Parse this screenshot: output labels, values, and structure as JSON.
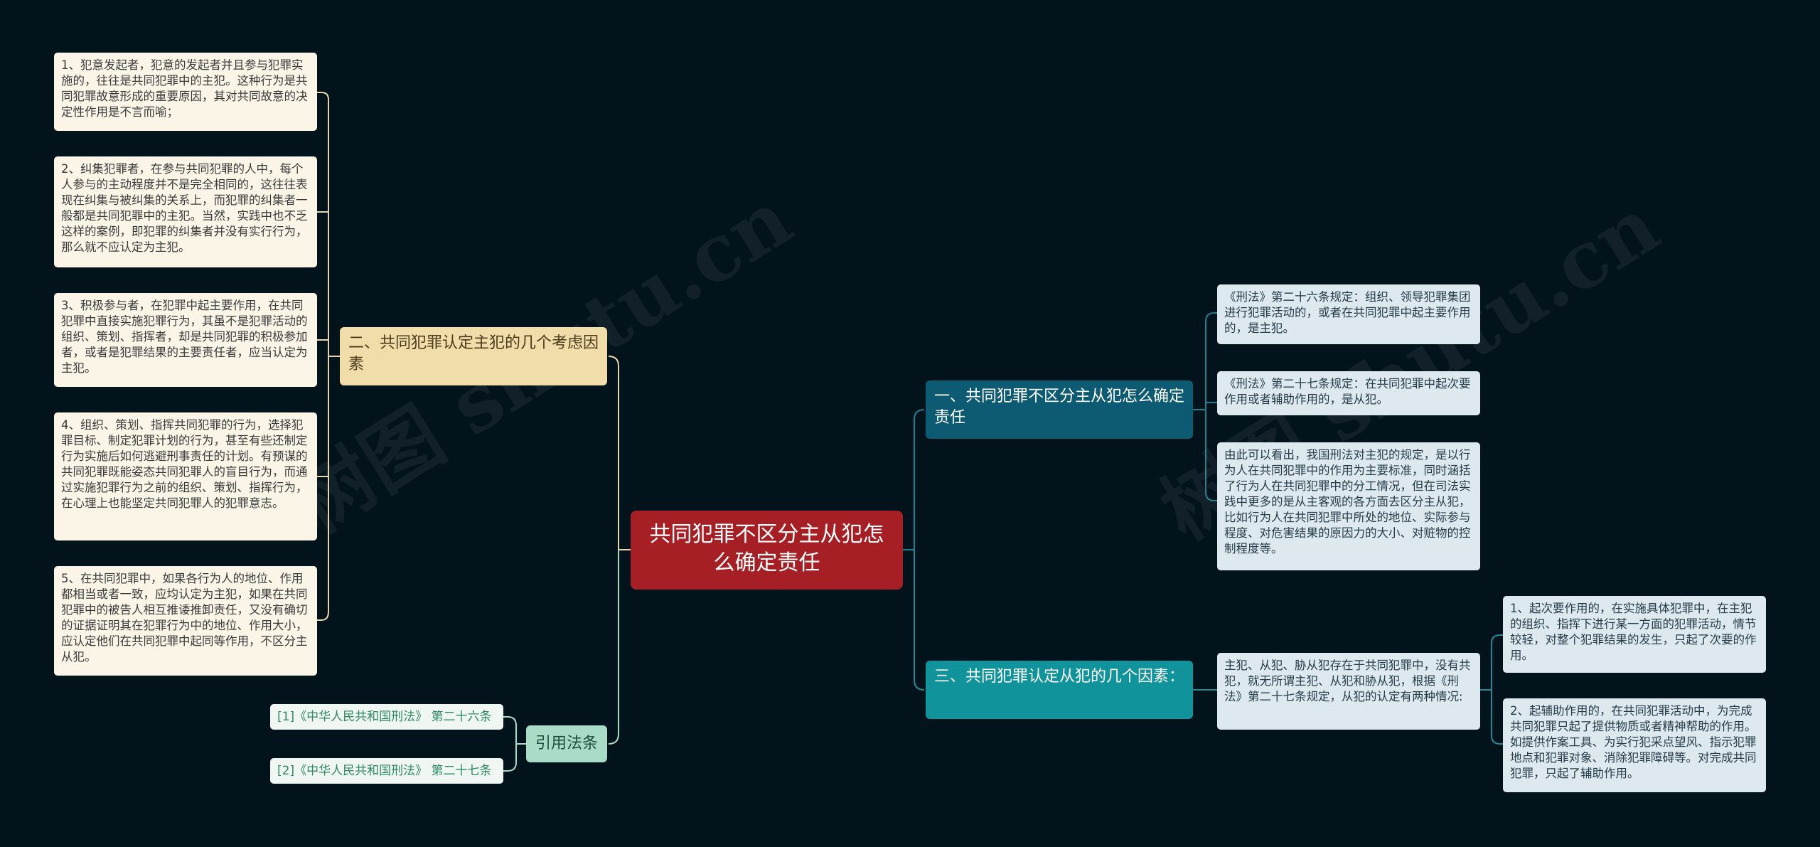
{
  "root": {
    "title": "共同犯罪不区分主从犯怎么确定责任"
  },
  "branches": {
    "left": {
      "title": "二、共同犯罪认定主犯的几个考虑因素",
      "items": [
        "1、犯意发起者，犯意的发起者并且参与犯罪实施的，往往是共同犯罪中的主犯。这种行为是共同犯罪故意形成的重要原因，其对共同故意的决定性作用是不言而喻；",
        "2、纠集犯罪者，在参与共同犯罪的人中，每个人参与的主动程度并不是完全相同的，这往往表现在纠集与被纠集的关系上，而犯罪的纠集者一般都是共同犯罪中的主犯。当然，实践中也不乏这样的案例，即犯罪的纠集者并没有实行行为，那么就不应认定为主犯。",
        "3、积极参与者，在犯罪中起主要作用，在共同犯罪中直接实施犯罪行为，其虽不是犯罪活动的组织、策划、指挥者，却是共同犯罪的积极参加者，或者是犯罪结果的主要责任者，应当认定为主犯。",
        "4、组织、策划、指挥共同犯罪的行为，选择犯罪目标、制定犯罪计划的行为，甚至有些还制定行为实施后如何逃避刑事责任的计划。有预谋的共同犯罪既能姿态共同犯罪人的盲目行为，而通过实施犯罪行为之前的组织、策划、指挥行为，在心理上也能坚定共同犯罪人的犯罪意志。",
        "5、在共同犯罪中，如果各行为人的地位、作用都相当或者一致，应均认定为主犯，如果在共同犯罪中的被告人相互推诿推卸责任，又没有确切的证据证明其在犯罪行为中的地位、作用大小，应认定他们在共同犯罪中起同等作用，不区分主从犯。"
      ]
    },
    "law": {
      "title": "引用法条",
      "items": [
        "[1]《中华人民共和国刑法》 第二十六条",
        "[2]《中华人民共和国刑法》 第二十七条"
      ]
    },
    "right1": {
      "title": "一、共同犯罪不区分主从犯怎么确定责任",
      "items": [
        "《刑法》第二十六条规定：组织、领导犯罪集团进行犯罪活动的，或者在共同犯罪中起主要作用的，是主犯。",
        "《刑法》第二十七条规定：在共同犯罪中起次要作用或者辅助作用的，是从犯。",
        "由此可以看出，我国刑法对主犯的规定，是以行为人在共同犯罪中的作用为主要标准，同时涵括了行为人在共同犯罪中的分工情况，但在司法实践中更多的是从主客观的各方面去区分主从犯，比如行为人在共同犯罪中所处的地位、实际参与程度、对危害结果的原因力的大小、对赃物的控制程度等。"
      ]
    },
    "right3": {
      "title": "三、共同犯罪认定从犯的几个因素：",
      "middle": "主犯、从犯、胁从犯存在于共同犯罪中，没有共犯，就无所谓主犯、从犯和胁从犯，根据《刑法》第二十七条规定，从犯的认定有两种情况:",
      "items": [
        "1、起次要作用的，在实施具体犯罪中，在主犯的组织、指挥下进行某一方面的犯罪活动，情节较轻，对整个犯罪结果的发生，只起了次要的作用。",
        "2、起辅助作用的，在共同犯罪活动中，为完成共同犯罪只起了提供物质或者精神帮助的作用。如提供作案工具、为实行犯采点望风、指示犯罪地点和犯罪对象、消除犯罪障碍等。对完成共同犯罪，只起了辅助作用。"
      ]
    }
  },
  "colors": {
    "background": "#03131c",
    "root": "#a51f24",
    "left_branch": "#f1ddaa",
    "law_branch": "#a9dcc6",
    "right1_branch": "#0d5a73",
    "right3_branch": "#11939b",
    "line_left": "#e8d7ae",
    "line_law": "#a9dcc6",
    "line_right": "#1f7f92"
  }
}
